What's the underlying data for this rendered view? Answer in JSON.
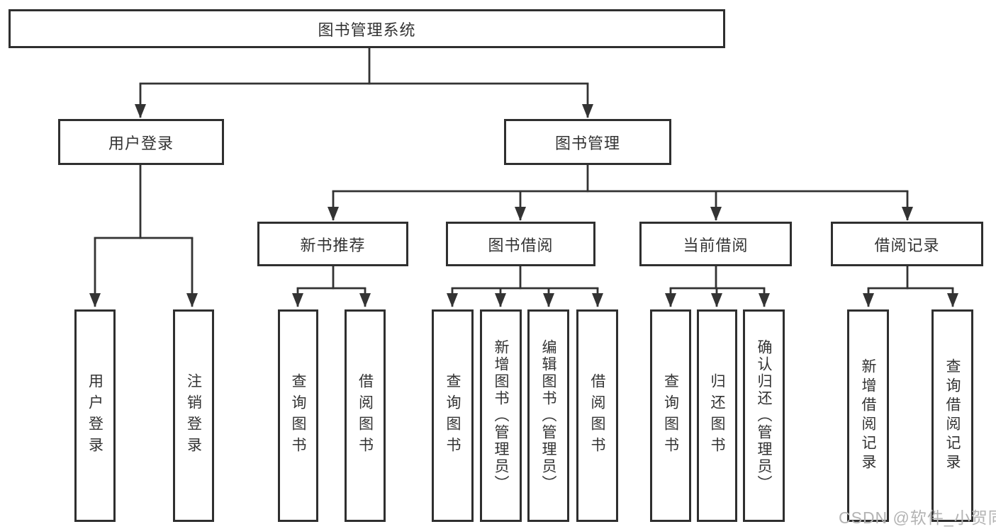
{
  "diagram": {
    "root": {
      "label": "图书管理系统"
    },
    "branches": [
      {
        "label": "用户登录",
        "children": [
          {
            "label": "用户登录"
          },
          {
            "label": "注销登录"
          }
        ]
      },
      {
        "label": "图书管理",
        "children": [
          {
            "label": "新书推荐",
            "children": [
              {
                "label": "查询图书"
              },
              {
                "label": "借阅图书"
              }
            ]
          },
          {
            "label": "图书借阅",
            "children": [
              {
                "label": "查询图书"
              },
              {
                "label": "新增图书（管理员）"
              },
              {
                "label": "编辑图书（管理员）"
              },
              {
                "label": "借阅图书"
              }
            ]
          },
          {
            "label": "当前借阅",
            "children": [
              {
                "label": "查询图书"
              },
              {
                "label": "归还图书"
              },
              {
                "label": "确认归还（管理员）"
              }
            ]
          },
          {
            "label": "借阅记录",
            "children": [
              {
                "label": "新增借阅记录"
              },
              {
                "label": "查询借阅记录"
              }
            ]
          }
        ]
      }
    ]
  },
  "watermark": {
    "text": "CSDN @软件_小贺同学"
  },
  "colors": {
    "line": "#333333",
    "box_border": "#2f2f2f",
    "text": "#333333",
    "watermark": "#b3b3b3",
    "background": "#ffffff"
  }
}
